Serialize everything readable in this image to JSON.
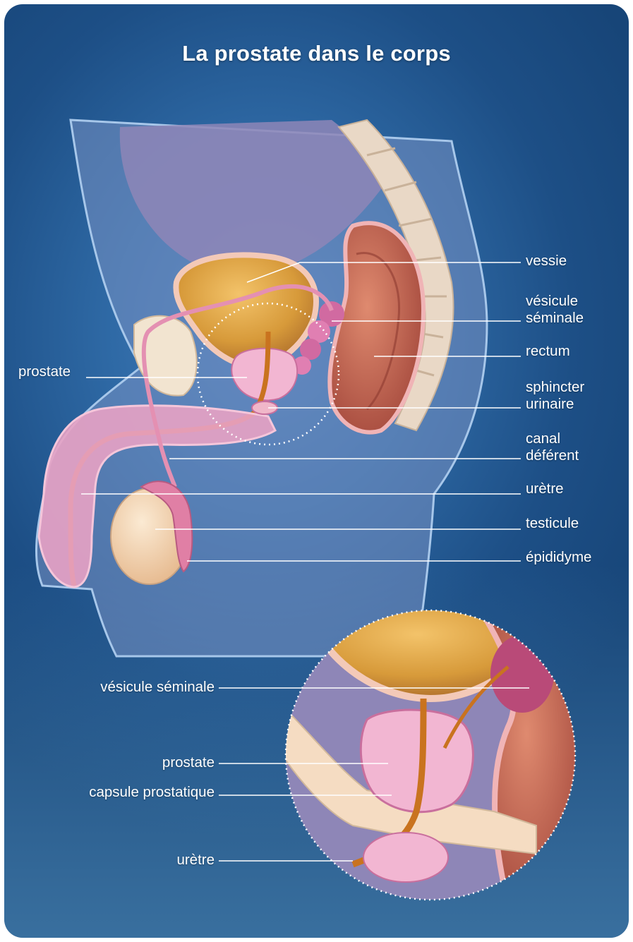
{
  "title": "La prostate dans le corps",
  "main_labels": {
    "vessie": "vessie",
    "vesicule_l1": "vésicule",
    "vesicule_l2": "séminale",
    "rectum": "rectum",
    "sphincter_l1": "sphincter",
    "sphincter_l2": "urinaire",
    "canal_l1": "canal",
    "canal_l2": "déférent",
    "uretre": "urètre",
    "testicule": "testicule",
    "epididyme": "épididyme",
    "prostate": "prostate"
  },
  "inset_labels": {
    "vesicule_seminale": "vésicule séminale",
    "prostate": "prostate",
    "capsule": "capsule prostatique",
    "uretre": "urètre"
  },
  "colors": {
    "background": "#1d4f86",
    "bladder": "#d79a3a",
    "prostate": "#f2b6d2",
    "rectum": "#c76a55",
    "testicle": "#f3d7b6",
    "tissue": "#e8a2c4"
  }
}
